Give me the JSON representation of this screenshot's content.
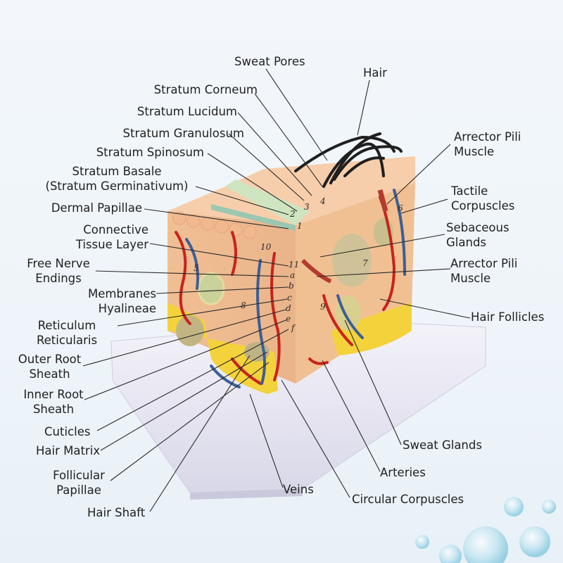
{
  "labels": {
    "sweat_pores": "Sweat Pores",
    "hair": "Hair",
    "stratum_corneum": "Stratum Corneum",
    "stratum_lucidum": "Stratum Lucidum",
    "stratum_granulosum": "Stratum Granulosum",
    "stratum_spinosum": "Stratum Spinosum",
    "stratum_basale_1": "Stratum Basale",
    "stratum_basale_2": "(Stratum Germinativum)",
    "dermal_papillae": "Dermal Papillae",
    "connective_1": "Connective",
    "connective_2": "Tissue Layer",
    "free_nerve_1": "Free Nerve",
    "free_nerve_2": "Endings",
    "membranes_1": "Membranes",
    "membranes_2": "Hyalineae",
    "reticulum_1": "Reticulum",
    "reticulum_2": "Reticularis",
    "outer_root_1": "Outer Root",
    "outer_root_2": "Sheath",
    "inner_root_1": "Inner Root",
    "inner_root_2": "Sheath",
    "cuticles": "Cuticles",
    "hair_matrix": "Hair Matrix",
    "follicular_1": "Follicular",
    "follicular_2": "Papillae",
    "hair_shaft": "Hair Shaft",
    "veins": "Veins",
    "circular_corpuscles": "Circular Corpuscles",
    "arteries": "Arteries",
    "sweat_glands": "Sweat Glands",
    "hair_follicles": "Hair Follicles",
    "arrector_1_a": "Arrector Pili",
    "arrector_1_b": "Muscle",
    "tactile_1": "Tactile",
    "tactile_2": "Corpuscles",
    "sebaceous_1": "Sebaceous",
    "sebaceous_2": "Glands",
    "arrector_2_a": "Arrector Pili",
    "arrector_2_b": "Muscle"
  },
  "model_markers": [
    "1",
    "2",
    "3",
    "4",
    "5",
    "6",
    "7",
    "8",
    "9",
    "10",
    "11",
    "a",
    "b",
    "c",
    "d",
    "e",
    "f"
  ],
  "colors": {
    "epidermis": "#f2c9a5",
    "dermis": "#f4c39a",
    "fat": "#f3d43a",
    "artery": "#c8231b",
    "vein": "#3d5f95",
    "base": "#e9e8f3",
    "leader_line": "#2a2a2a"
  }
}
